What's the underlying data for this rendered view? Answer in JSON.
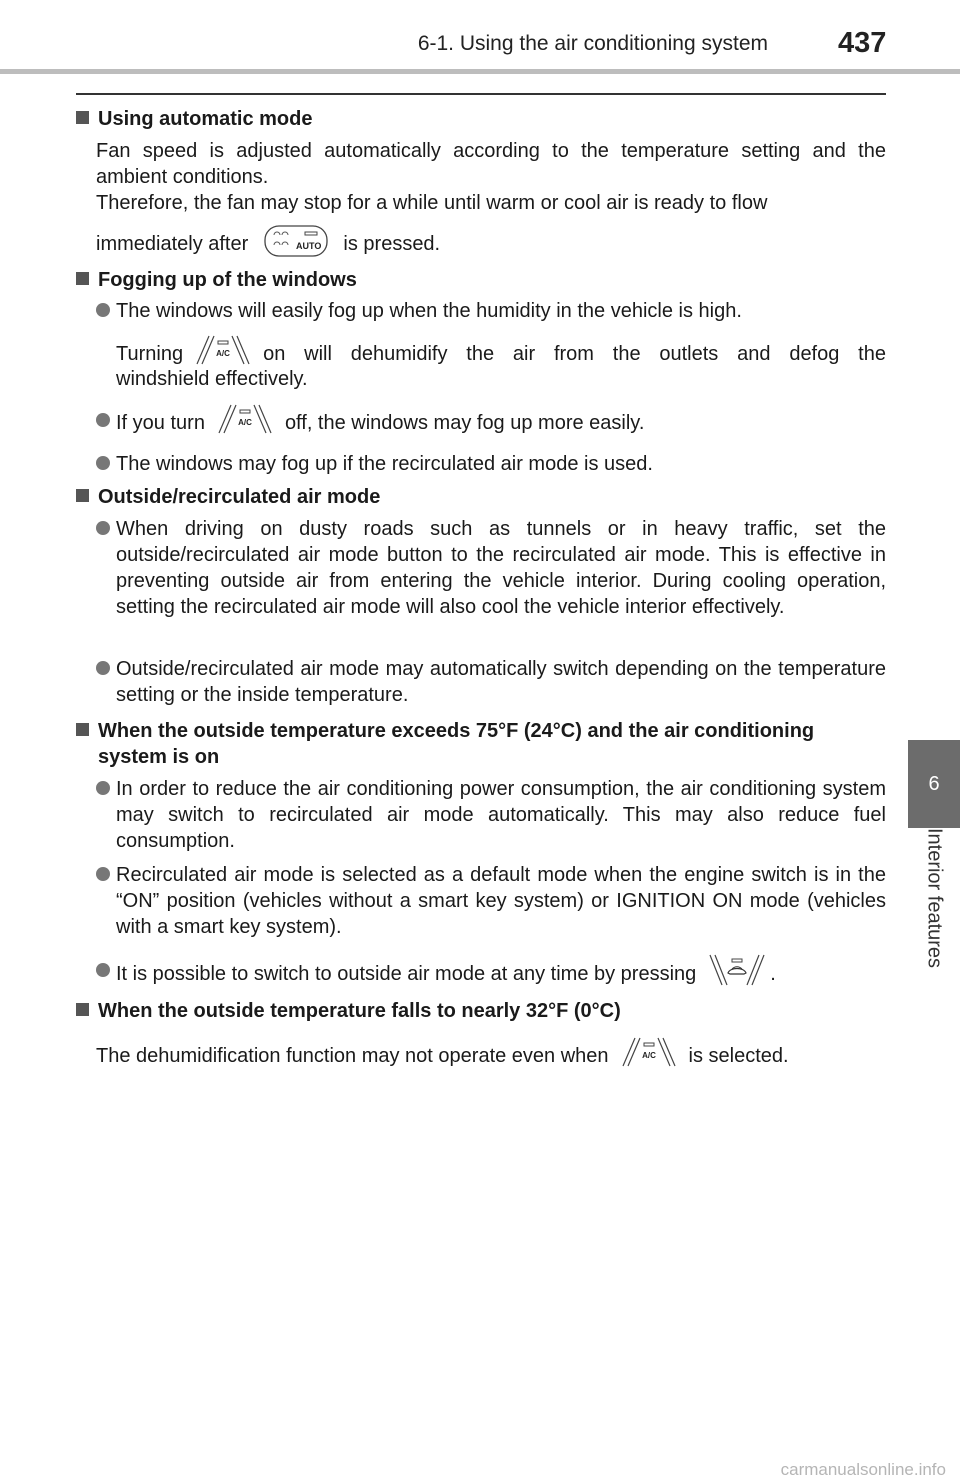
{
  "header": {
    "section_title": "6-1. Using the air conditioning system",
    "page_number": "437"
  },
  "side_tab": {
    "chapter_number": "6",
    "chapter_label": "Interior features"
  },
  "sections": {
    "auto_mode": {
      "heading": "Using automatic mode",
      "p1": "Fan speed is adjusted automatically according to the temperature setting and the ambient conditions.",
      "p2": "Therefore, the fan may stop for a while until warm or cool air is ready to flow",
      "p3_before": "immediately after",
      "p3_after": "is pressed."
    },
    "fogging": {
      "heading": "Fogging up of the windows",
      "b1_line1": "The windows will easily fog up when the humidity in the vehicle is high.",
      "b1_line2_before": "Turning",
      "b1_line2_after": "on will dehumidify the air from the outlets and defog the",
      "b1_line3": "windshield effectively.",
      "b2_before": "If you turn",
      "b2_after": "off, the windows may fog up more easily.",
      "b3": "The windows may fog up if the recirculated air mode is used."
    },
    "recirc": {
      "heading": "Outside/recirculated air mode",
      "b1": "When driving on dusty roads such as tunnels or in heavy traffic, set the outside/recirculated air mode button to the recirculated air mode. This is effective in preventing outside air from entering the vehicle interior. During cooling operation, setting the recirculated air mode will also cool the vehicle interior effectively.",
      "b2": "Outside/recirculated air mode may automatically switch depending on the temperature setting or the inside temperature."
    },
    "hot": {
      "heading": "When the outside temperature exceeds 75°F (24°C) and the air conditioning system is on",
      "b1": "In order to reduce the air conditioning power consumption, the air conditioning system may switch to recirculated air mode automatically. This may also reduce fuel consumption.",
      "b2": "Recirculated air mode is selected as a default mode when the engine switch is in the “ON” position (vehicles without a smart key system) or IGNITION ON mode (vehicles with a smart key system).",
      "b3_before": "It is possible to switch to outside air mode at any time by pressing",
      "b3_after": "."
    },
    "cold": {
      "heading": "When the outside temperature falls to nearly 32°F (0°C)",
      "p1_before": "The dehumidification function may not operate even when",
      "p1_after": "is selected."
    }
  },
  "buttons": {
    "auto": "AUTO",
    "ac": "A/C"
  },
  "watermark": "carmanualsonline.info"
}
